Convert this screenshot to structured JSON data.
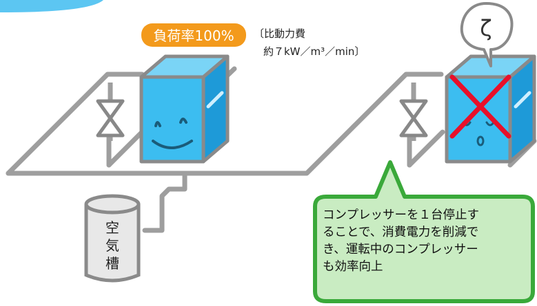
{
  "badge": {
    "load_rate": "負荷率100%",
    "color": "#f39a1c"
  },
  "spec": {
    "line1": "〔比動力費",
    "line2": "約７kW／m³／min〕"
  },
  "tank": {
    "label_chars": [
      "空",
      "気",
      "槽"
    ]
  },
  "sleep_bubble": {
    "glyph": "ζ"
  },
  "callout": {
    "lines": [
      "コンプレッサーを１台停止す",
      "ることで、消費電力を削減で",
      "き、運転中のコンプレッサー",
      "も効率向上"
    ],
    "fill": "#c9ecc2",
    "border": "#3aa93a"
  },
  "colors": {
    "compressor_front": "#3cbdf0",
    "compressor_side": "#1e9ad8",
    "compressor_top": "#7ad4f6",
    "compressor_outline": "#8a8a8a",
    "pipe": "#9e9e9e",
    "stop_cross": "#e8102a",
    "top_arc": "#5cc6f2"
  },
  "icons": {
    "valve_left": "valve-icon",
    "valve_right": "valve-icon",
    "stop_mark": "cross-icon",
    "sleep": "sleep-speech-icon"
  }
}
